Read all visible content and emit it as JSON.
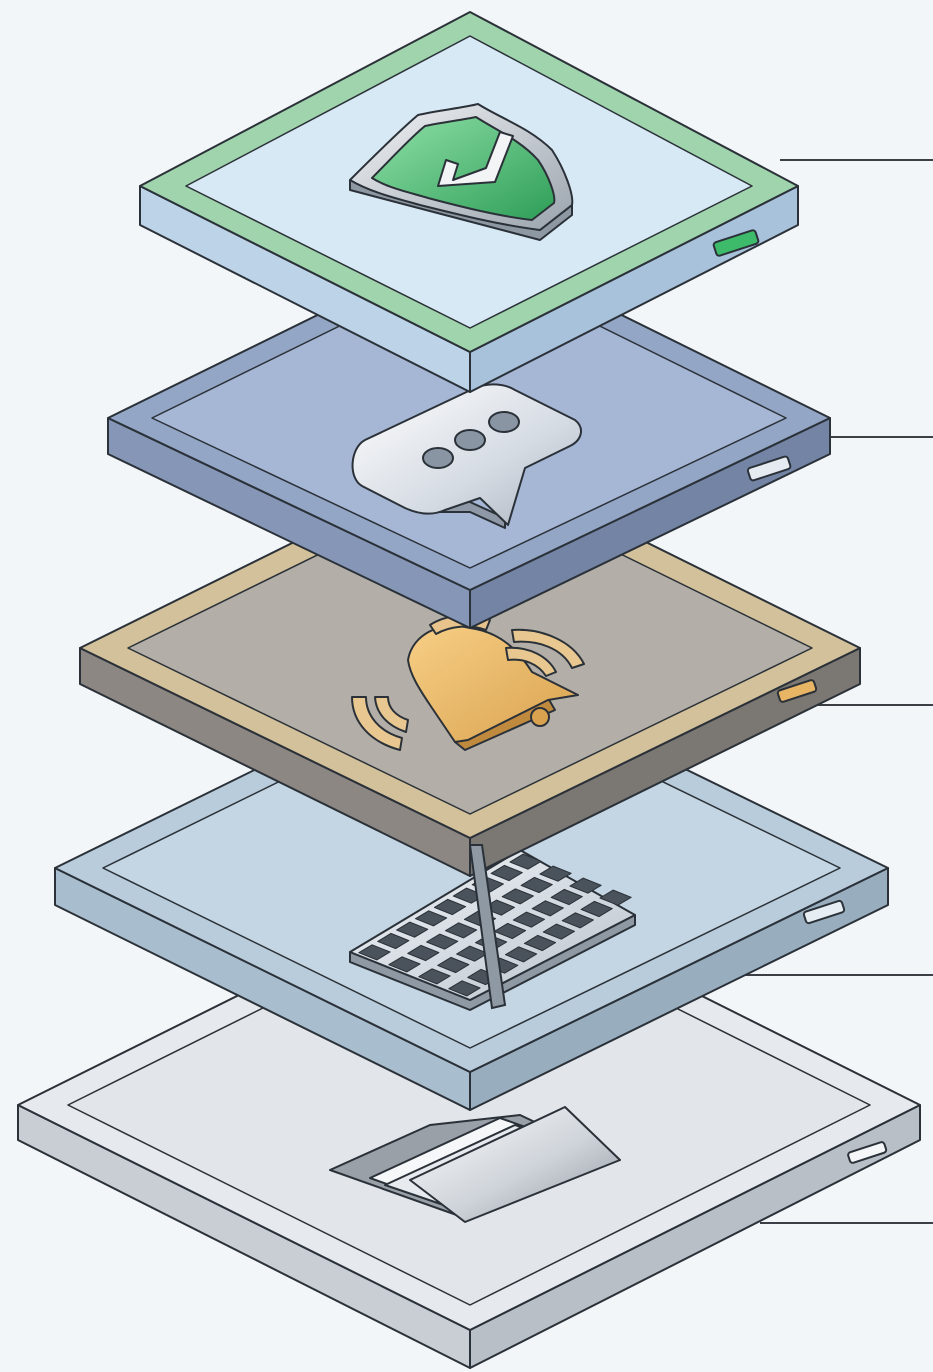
{
  "diagram": {
    "background": "#f3f6f9",
    "outline_color": "#2b3138",
    "connector_color": "#3b4047",
    "layers": [
      {
        "id": "security",
        "icon": "shield-check-icon",
        "rim": "#9fd4ad",
        "face": "#d7e9f5",
        "front": "#bcd3e8",
        "side": "#a8c2dc",
        "accent": "#3dbb6a"
      },
      {
        "id": "messaging",
        "icon": "chat-bubble-icon",
        "rim": "#93a6c6",
        "face": "#a6b7d6",
        "front": "#8596b7",
        "side": "#7384a5",
        "accent": "#e6ebf2"
      },
      {
        "id": "notifications",
        "icon": "bell-icon",
        "rim": "#d2c19a",
        "face": "#b3afa8",
        "front": "#8c8782",
        "side": "#7b7772",
        "accent": "#e8b565"
      },
      {
        "id": "input",
        "icon": "keyboard-icon",
        "rim": "#b9ccdb",
        "face": "#c4d6e3",
        "front": "#a8bdcd",
        "side": "#98aebf",
        "accent": "#e6edf3"
      },
      {
        "id": "storage",
        "icon": "folder-icon",
        "rim": "#e6e9ed",
        "face": "#e2e5e9",
        "front": "#c9ced5",
        "side": "#b9bfc7",
        "accent": "#f4f6f8"
      }
    ]
  }
}
